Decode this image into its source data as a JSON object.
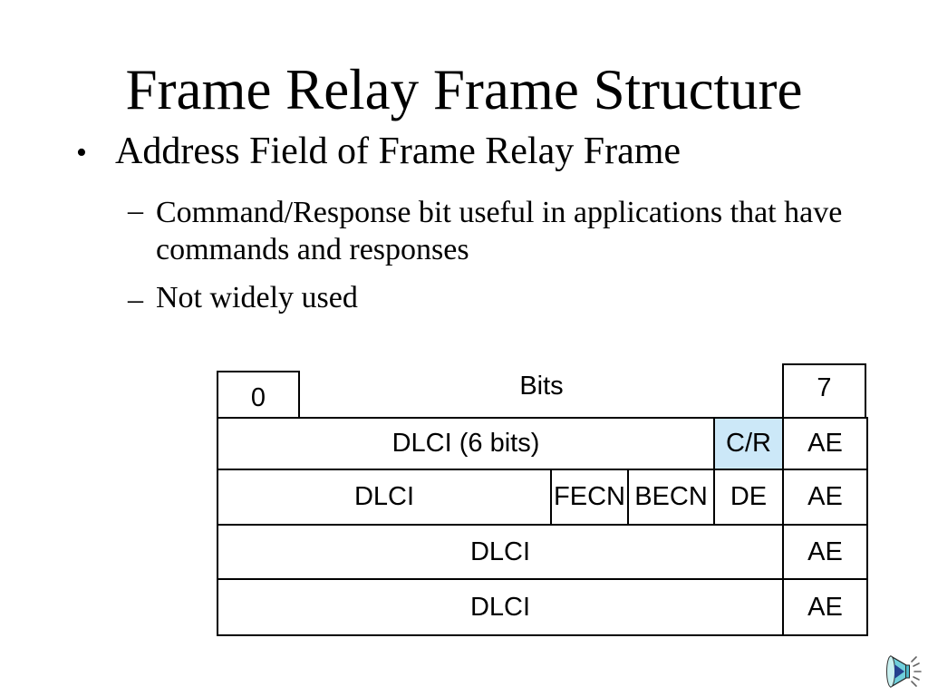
{
  "slide": {
    "title": "Frame Relay Frame Structure",
    "bullet": {
      "marker": "•",
      "text": "Address Field of Frame Relay Frame"
    },
    "sub_bullet_1": {
      "marker": "–",
      "line1": "Command/Response bit useful in applications that have",
      "line2": "commands and responses"
    },
    "sub_bullet_2": {
      "marker": "–",
      "line1": "Not widely used"
    }
  },
  "diagram": {
    "bits_header": "Bits",
    "bit_left_label": "0",
    "bit_right_label": "7",
    "highlight_color": "#cce8f8",
    "border_color": "#000000",
    "rows": [
      {
        "cells": [
          {
            "label": "DLCI (6 bits)"
          },
          {
            "label": "C/R",
            "highlight": true
          },
          {
            "label": "AE"
          }
        ]
      },
      {
        "cells": [
          {
            "label": "DLCI"
          },
          {
            "label": "FECN"
          },
          {
            "label": "BECN"
          },
          {
            "label": "DE"
          },
          {
            "label": "AE"
          }
        ]
      },
      {
        "cells": [
          {
            "label": "DLCI"
          },
          {
            "label": "AE"
          }
        ]
      },
      {
        "cells": [
          {
            "label": "DLCI"
          },
          {
            "label": "AE"
          }
        ]
      }
    ]
  },
  "icons": {
    "speaker": {
      "name": "speaker-icon",
      "glyph": "🔊",
      "body_color": "#6fcfdb",
      "cone_color": "#24418e"
    }
  }
}
